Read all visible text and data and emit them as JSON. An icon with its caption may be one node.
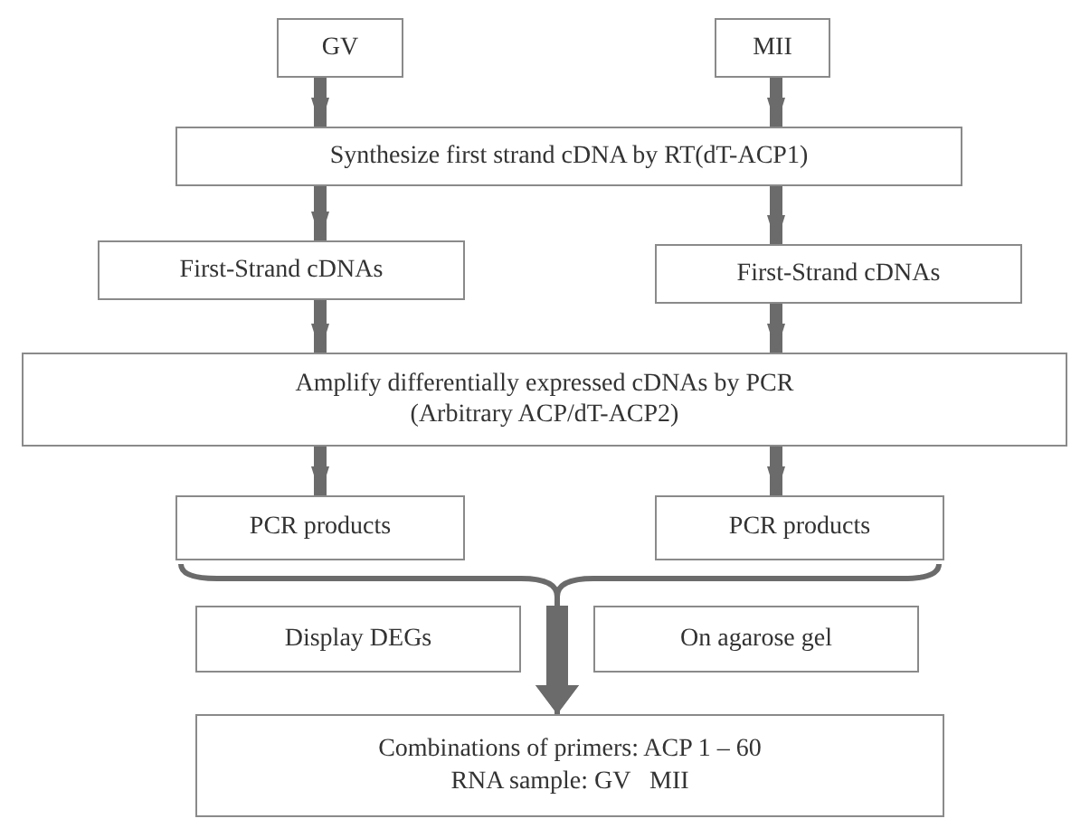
{
  "diagram": {
    "nodes": [
      {
        "text": [
          "GV"
        ]
      },
      {
        "text": [
          "MII"
        ]
      },
      {
        "text": [
          "Synthesize first strand cDNA by RT(dT-ACP1)"
        ]
      },
      {
        "text": [
          "First-Strand cDNAs"
        ]
      },
      {
        "text": [
          "First-Strand cDNAs"
        ]
      },
      {
        "text": [
          "Amplify differentially expressed cDNAs by PCR",
          "(Arbitrary ACP/dT-ACP2)"
        ]
      },
      {
        "text": [
          "PCR products"
        ]
      },
      {
        "text": [
          "PCR products"
        ]
      },
      {
        "text": [
          "Display DEGs"
        ]
      },
      {
        "text": [
          "On agarose gel"
        ]
      },
      {
        "text": [
          "Combinations of primers: ACP 1 – 60",
          "RNA sample: GV   MII"
        ]
      }
    ],
    "edges": [
      {
        "from": 0,
        "to": 2,
        "arrow": "to"
      },
      {
        "from": 1,
        "to": 2,
        "arrow": "to"
      },
      {
        "from": 2,
        "to": 3,
        "arrow": "to"
      },
      {
        "from": 2,
        "to": 4,
        "arrow": "to"
      },
      {
        "from": 3,
        "to": 5,
        "arrow": "to"
      },
      {
        "from": 4,
        "to": 5,
        "arrow": "to"
      },
      {
        "from": 5,
        "to": 6,
        "arrow": "to"
      },
      {
        "from": 5,
        "to": 7,
        "arrow": "to"
      },
      {
        "from": 6,
        "to": 10,
        "arrow": "to"
      },
      {
        "from": 7,
        "to": 10,
        "arrow": "to"
      }
    ]
  }
}
